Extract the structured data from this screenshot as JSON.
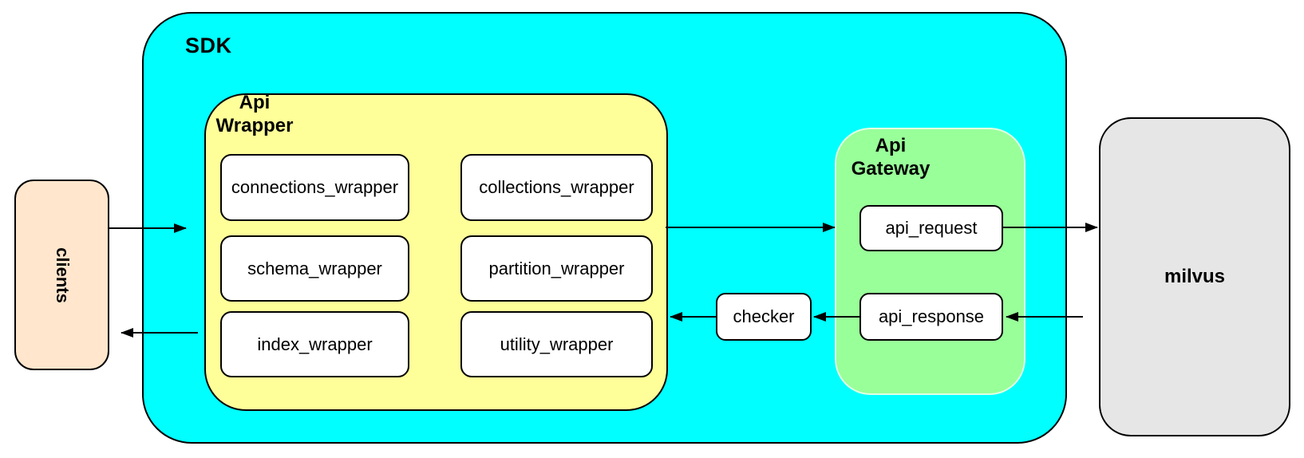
{
  "palette": {
    "sdk_fill": "#00FFFF",
    "api_wrapper_fill": "#FFFF99",
    "api_gateway_fill": "#99FF99",
    "clients_fill": "#FFE6CC",
    "milvus_fill": "#E6E6E6",
    "node_fill": "#FFFFFF",
    "stroke": "#000000"
  },
  "nodes": {
    "clients": {
      "label": "clients"
    },
    "sdk": {
      "label": "SDK"
    },
    "api_wrapper": {
      "label_line1": "Api",
      "label_line2": "Wrapper",
      "boxes": [
        "connections_wrapper",
        "collections_wrapper",
        "schema_wrapper",
        "partition_wrapper",
        "index_wrapper",
        "utility_wrapper"
      ]
    },
    "checker": {
      "label": "checker"
    },
    "api_gateway": {
      "label_line1": "Api",
      "label_line2": "Gateway",
      "boxes": [
        "api_request",
        "api_response"
      ]
    },
    "milvus": {
      "label": "milvus"
    }
  }
}
